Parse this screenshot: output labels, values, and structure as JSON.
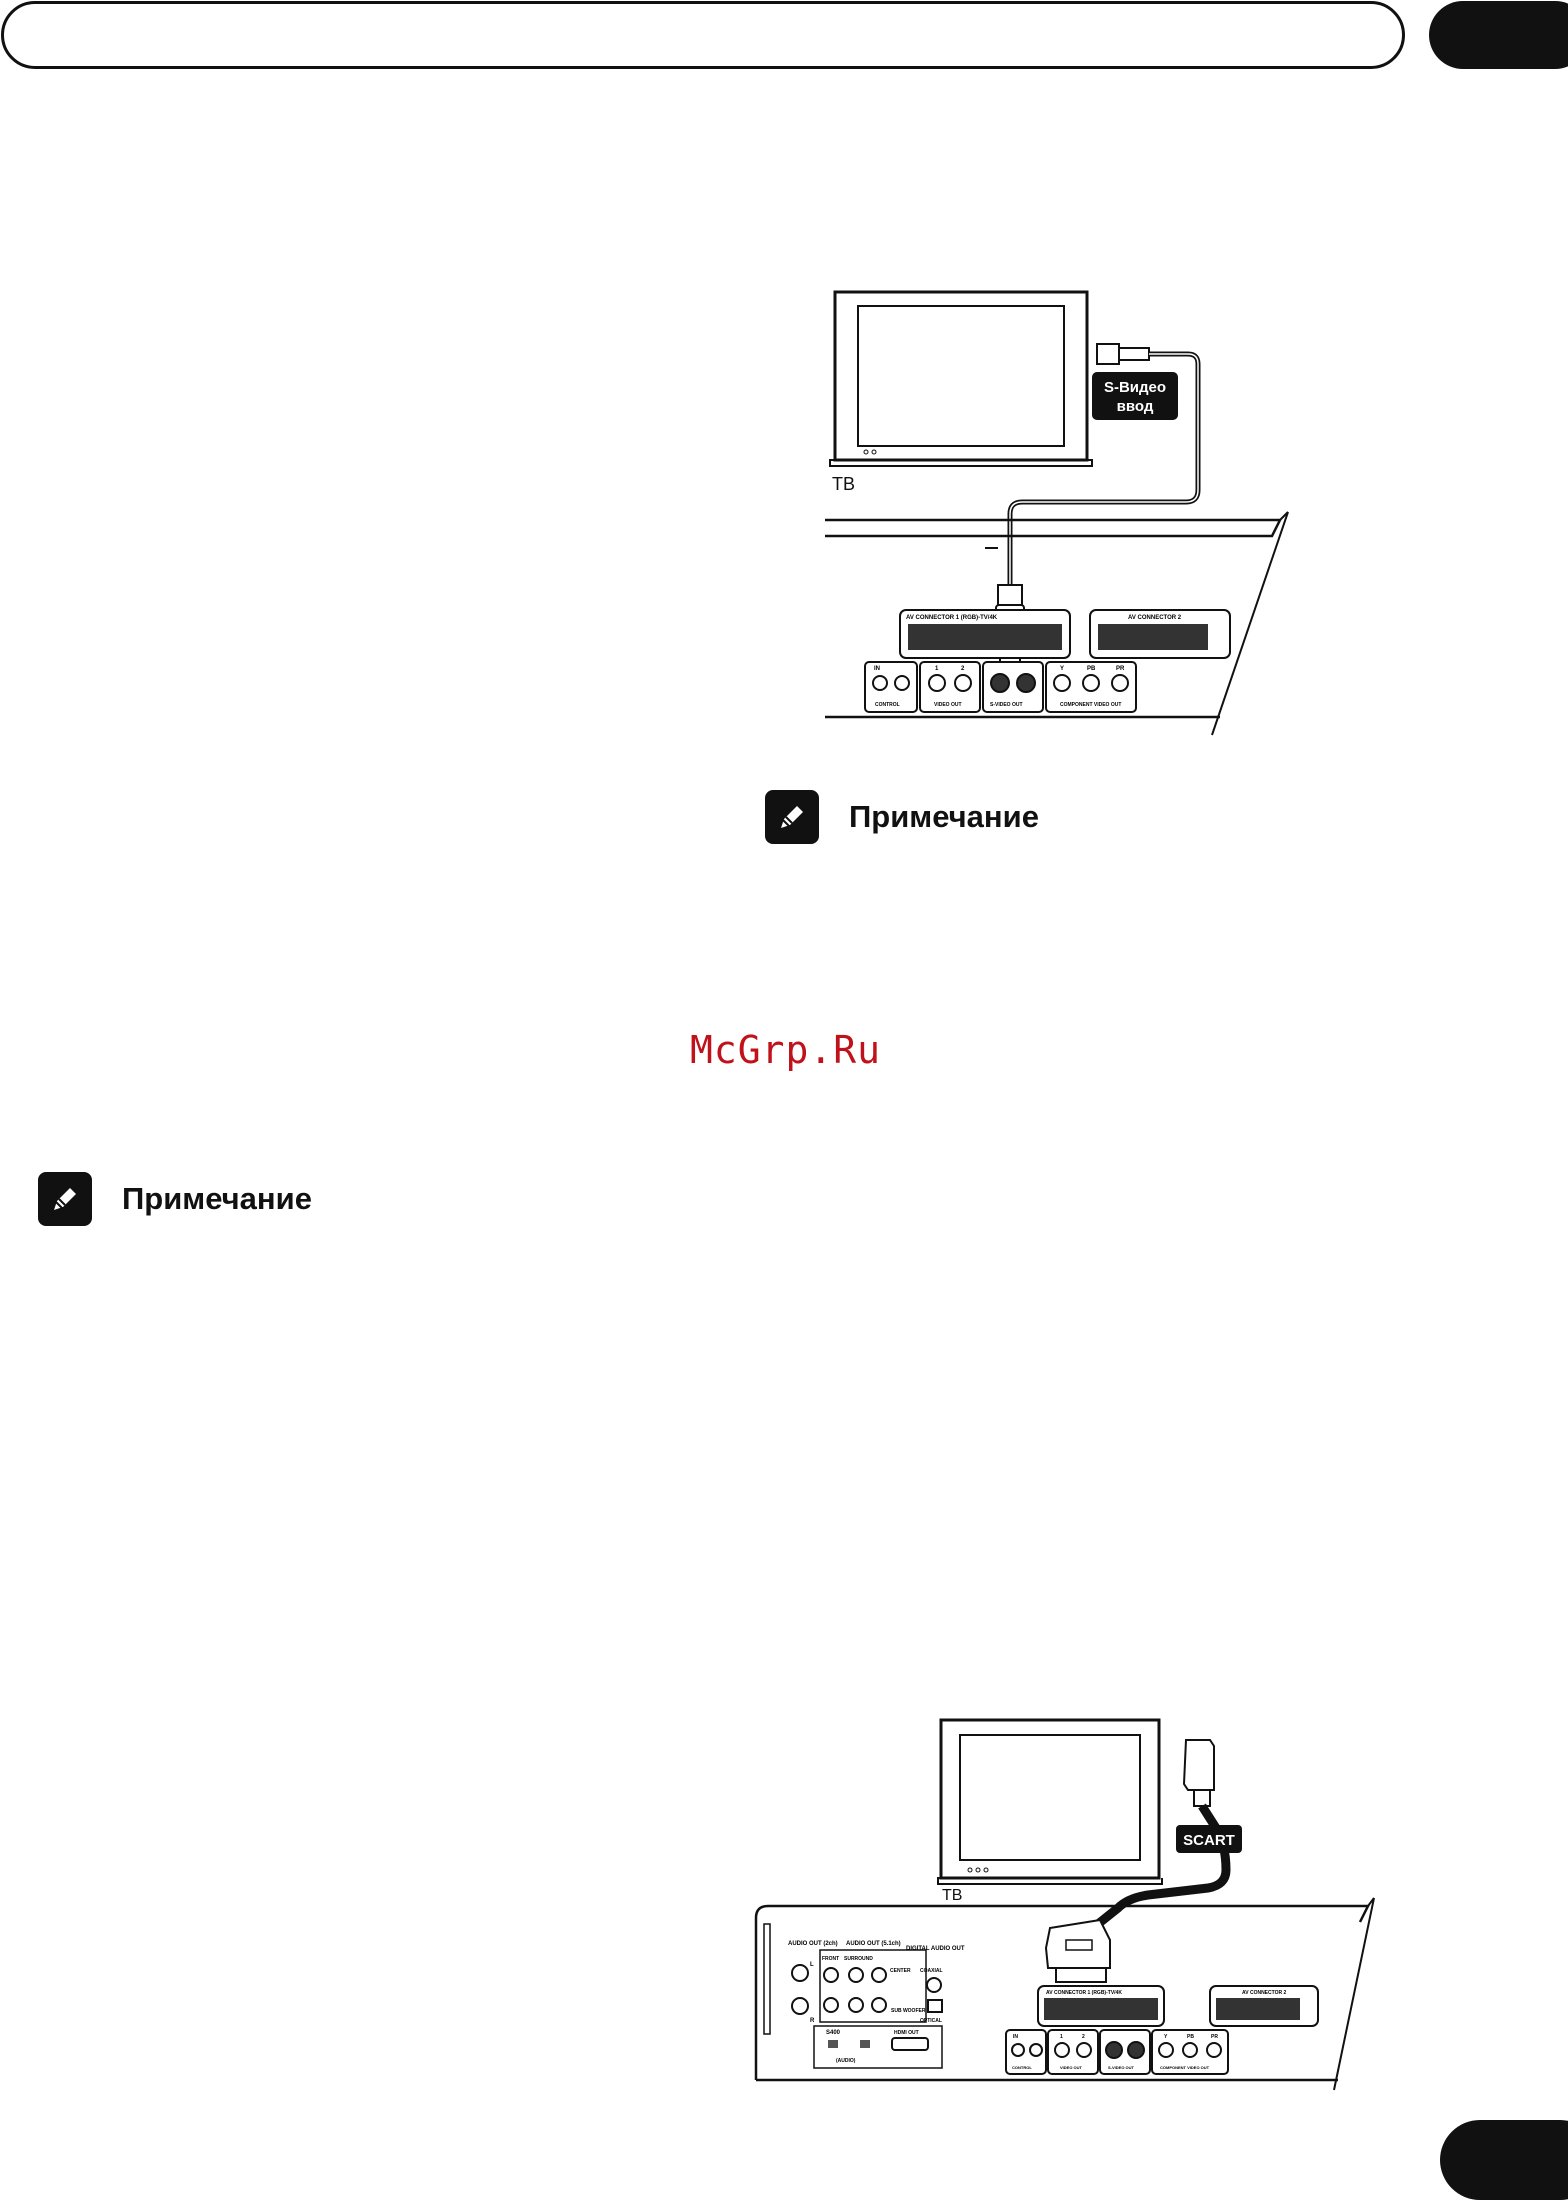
{
  "page": {
    "watermark": "McGrp.Ru",
    "note_title_1": "Примечание",
    "note_title_2": "Примечание"
  },
  "diagram_svideo": {
    "tv_label": "ТВ",
    "cable_label_line1": "S-Видео",
    "cable_label_line2": "ввод",
    "panel_labels": {
      "av1": "AV CONNECTOR 1 (RGB)-TV/4K",
      "av2": "AV CONNECTOR 2",
      "in": "IN",
      "control": "CONTROL",
      "video_out": "VIDEO OUT",
      "svideo_out": "S-VIDEO OUT",
      "component": "COMPONENT VIDEO OUT",
      "y": "Y",
      "pb": "PB",
      "pr": "PR",
      "one": "1",
      "two": "2"
    }
  },
  "diagram_scart": {
    "tv_label": "ТВ",
    "cable_label": "SCART",
    "panel_labels": {
      "audio_out_2ch": "AUDIO OUT (2ch)",
      "audio_out_51": "AUDIO OUT (5.1ch)",
      "front": "FRONT",
      "surround": "SURROUND",
      "center": "CENTER",
      "sub": "SUB WOOFER",
      "digital_audio_out": "DIGITAL AUDIO OUT",
      "coaxial": "COAXIAL",
      "optical": "OPTICAL",
      "s400": "S400",
      "audio": "(AUDIO)",
      "hdmi_out": "HDMI OUT",
      "l": "L",
      "r": "R",
      "av1": "AV CONNECTOR 1 (RGB)-TV/4K",
      "av2": "AV CONNECTOR 2",
      "in": "IN",
      "control": "CONTROL",
      "video_out": "VIDEO OUT",
      "svideo_out": "S-VIDEO OUT",
      "component": "COMPONENT VIDEO OUT",
      "y": "Y",
      "pb": "PB",
      "pr": "PR",
      "one": "1",
      "two": "2"
    }
  }
}
